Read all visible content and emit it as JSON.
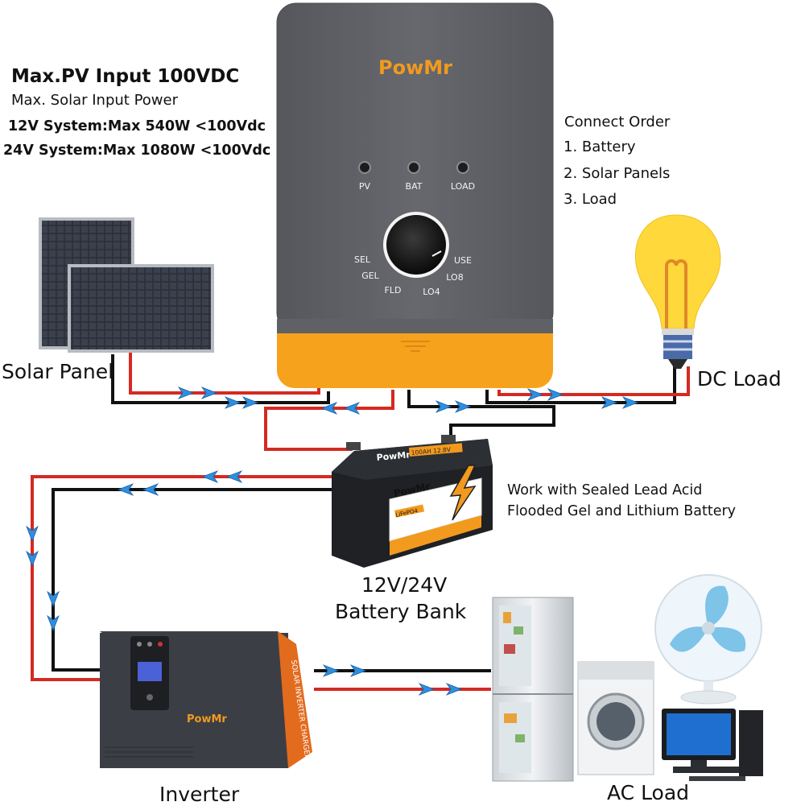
{
  "specs": {
    "title": "Max.PV Input 100VDC",
    "subtitle": "Max. Solar Input Power",
    "line_12v": "12V System:Max 540W <100Vdc",
    "line_24v": "24V System:Max 1080W <100Vdc"
  },
  "connect_order": {
    "heading": "Connect Order",
    "steps": [
      "1. Battery",
      "2. Solar Panels",
      "3. Load"
    ]
  },
  "controller": {
    "brand": "PowMr",
    "indicators": [
      "PV",
      "BAT",
      "LOAD"
    ],
    "knob_labels": [
      "SEL",
      "GEL",
      "FLD",
      "LO4",
      "LO8",
      "USE"
    ]
  },
  "labels": {
    "solar_panel": "Solar Panel",
    "dc_load": "DC Load",
    "battery_line1": "12V/24V",
    "battery_line2": "Battery Bank",
    "inverter": "Inverter",
    "ac_load": "AC Load"
  },
  "battery_note": {
    "line1": "Work with Sealed Lead Acid",
    "line2": "Flooded Gel and Lithium Battery"
  },
  "battery_unit": {
    "brand": "PowMr",
    "tag": "LiFePO4",
    "rating": "100AH 12.8V"
  },
  "inverter_unit": {
    "brand": "PowMr",
    "side_text": "SOLAR INVERTER CHARGER"
  },
  "colors": {
    "controller_body": "#5f6166",
    "controller_accent": "#f7a21c",
    "wire_red": "#d42a22",
    "wire_black": "#111111",
    "arrow_blue": "#2d8fe0",
    "bulb_yellow": "#ffd83b"
  }
}
